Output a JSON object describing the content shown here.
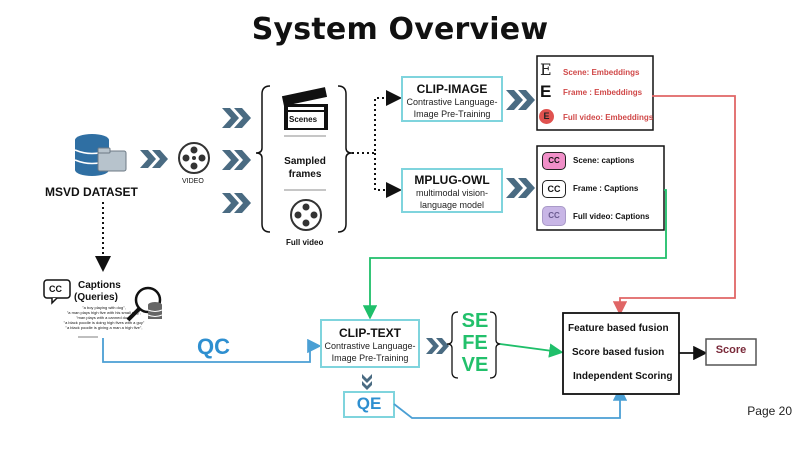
{
  "title": "System Overview",
  "page_number": "Page 20",
  "dataset": {
    "label": "MSVD DATASET",
    "video_label": "VIDEO"
  },
  "frames": {
    "scenes": "Scenes",
    "sampled": "Sampled frames",
    "full_video": "Full video"
  },
  "clip_image": {
    "title": "CLIP-IMAGE",
    "subtitle_line1": "Contrastive Language-",
    "subtitle_line2": "Image Pre-Training"
  },
  "mplug": {
    "title": "MPLUG-OWL",
    "subtitle_line1": "multimodal vision-",
    "subtitle_line2": "language model"
  },
  "embeddings": [
    {
      "icon": "E",
      "label": "Scene: Embeddings"
    },
    {
      "icon": "E",
      "label": "Frame : Embeddings"
    },
    {
      "icon": "E",
      "label": "Full video: Embeddings"
    }
  ],
  "captions_out": [
    {
      "icon": "CC",
      "label": "Scene: captions"
    },
    {
      "icon": "CC",
      "label": "Frame : Captions"
    },
    {
      "icon": "CC",
      "label": "Full video: Captions"
    }
  ],
  "queries": {
    "icon": "CC",
    "label_line1": "Captions",
    "label_line2": "(Queries)",
    "samples": [
      "\"a boy playing with dog\",",
      "\"a man plays high five with his small dog\",",
      "\"man plays with a canned dog\",",
      "\"a black poodle is doing high fives with a guy\"",
      "\"a black poodle is giving a man a high five\","
    ]
  },
  "qc_label": "QC",
  "qe_label": "QE",
  "clip_text": {
    "title": "CLIP-TEXT",
    "subtitle_line1": "Contrastive Language-",
    "subtitle_line2": "Image Pre-Training"
  },
  "se_fe_ve": [
    "SE",
    "FE",
    "VE"
  ],
  "fusion": [
    "Feature based fusion",
    "Score based fusion",
    "Independent Scoring"
  ],
  "score_label": "Score",
  "colors": {
    "teal": "#7fd4dd",
    "arrow": "#4a6b82",
    "red": "#e06666",
    "green": "#1fbf6a",
    "blue": "#4a9fd4",
    "qcblue": "#2e8fd0",
    "secfe": "#22c06b"
  }
}
